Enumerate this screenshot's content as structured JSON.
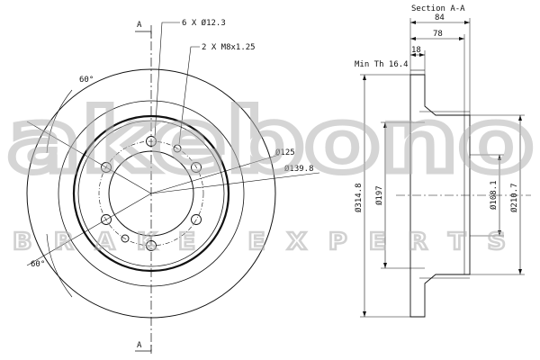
{
  "labels": {
    "section_mark": "A",
    "holes_bolt": "6 X Ø12.3",
    "holes_thread": "2 X M8x1.25",
    "angle_top": "60°",
    "angle_bottom": "60°",
    "d_center": "Ø125",
    "d_pcd": "Ø139.8",
    "section_title": "Section A-A",
    "w_total": "84",
    "w_hat": "78",
    "w_friction": "18",
    "min_th": "Min Th 16.4",
    "d_outer": "Ø314.8",
    "d_inner": "Ø197",
    "d_hub": "Ø108.1",
    "d_hat": "Ø210.7"
  },
  "watermark": {
    "brand": "akebono",
    "tagline": "BRAKE EXPERTS"
  },
  "colors": {
    "line": "#111111",
    "watermark": "#b4b4b4",
    "background": "#ffffff"
  }
}
